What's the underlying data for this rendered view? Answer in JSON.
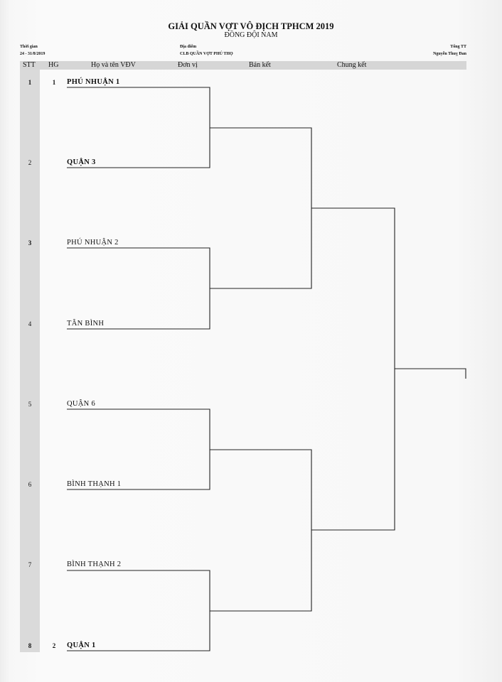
{
  "header": {
    "title": "GIẢI QUẦN VỢT VÔ ĐỊCH TPHCM 2019",
    "subtitle": "ĐỒNG ĐỘI NAM",
    "time_label": "Thời gian",
    "time_value": "24 - 31/8/2019",
    "venue_label": "Địa điểm",
    "venue_value": "CLB QUẦN VỢT PHÚ THỌ",
    "referee_label": "Tổng TT",
    "referee_value": "Nguyễn Thuỵ Đan"
  },
  "columns": {
    "stt": "STT",
    "hg": "HG",
    "name": "Họ và tên VĐV",
    "unit": "Đơn vị",
    "semifinal": "Bán kết",
    "final": "Chung kết"
  },
  "entries": [
    {
      "stt": "1",
      "hg": "1",
      "team": "PHÚ NHUẬN 1"
    },
    {
      "stt": "2",
      "hg": "",
      "team": "QUẬN 3"
    },
    {
      "stt": "3",
      "hg": "",
      "team": "PHÚ NHUẬN 2"
    },
    {
      "stt": "4",
      "hg": "",
      "team": "TÂN BÌNH"
    },
    {
      "stt": "5",
      "hg": "",
      "team": "QUẬN 6"
    },
    {
      "stt": "6",
      "hg": "",
      "team": "BÌNH THẠNH 1"
    },
    {
      "stt": "7",
      "hg": "",
      "team": "BÌNH THẠNH 2"
    },
    {
      "stt": "8",
      "hg": "2",
      "team": "QUẬN 1"
    }
  ]
}
